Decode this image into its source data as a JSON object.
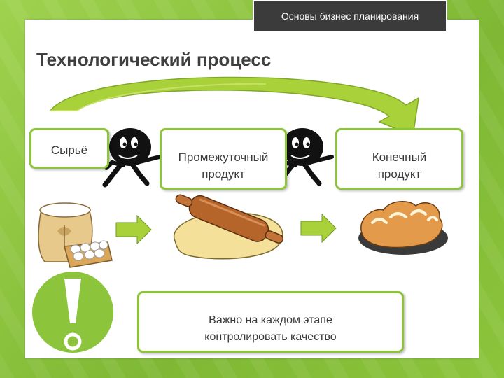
{
  "header": {
    "label": "Основы бизнес планирования"
  },
  "title": "Технологический процесс",
  "stages": {
    "raw": {
      "label": "Сырьё"
    },
    "intermediate": {
      "line1": "Промежуточный",
      "line2": "продукт"
    },
    "final": {
      "line1": "Конечный",
      "line2": "продукт"
    }
  },
  "note": {
    "line1": "Важно на каждом этапе",
    "line2": "контролировать качество"
  },
  "colors": {
    "accent": "#8cc43c",
    "arrow": "#a9d23a",
    "header_bg": "#3b3b3b"
  },
  "icons": [
    "curved-arrow-icon",
    "running-figure-icon",
    "right-arrow-icon",
    "flour-sack-icon",
    "eggs-icon",
    "rolling-pin-icon",
    "bread-loaf-icon",
    "exclamation-icon"
  ]
}
